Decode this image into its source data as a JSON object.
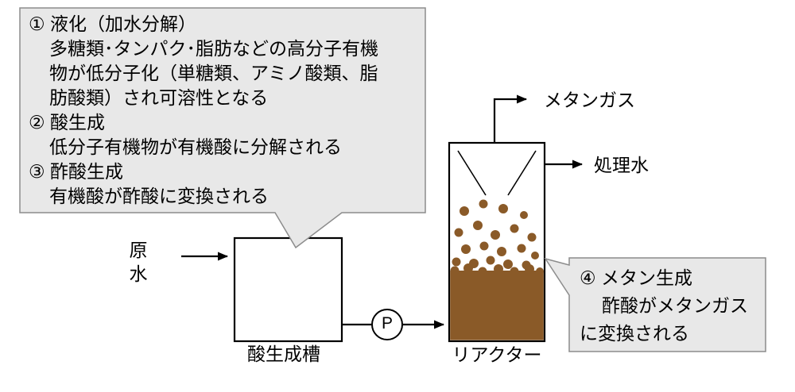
{
  "callout_process_steps": {
    "lines": [
      "① 液化（加水分解）",
      "多糖類･タンパク･脂肪などの高分子有機",
      "物が低分子化（単糖類、アミノ酸類、脂",
      "肪酸類）され可溶性となる",
      "② 酸生成",
      "低分子有機物が有機酸に分解される",
      "③ 酢酸生成",
      "有機酸が酢酸に変換される"
    ]
  },
  "callout_methane": {
    "lines": [
      "④ メタン生成",
      "酢酸がメタンガス",
      "に変換される"
    ]
  },
  "labels": {
    "raw_water": "原水",
    "acid_tank": "酸生成槽",
    "pump": "P",
    "reactor": "リアクター",
    "methane_gas": "メタンガス",
    "treated_water": "処理水"
  },
  "colors": {
    "callout_bg": "#e8e8e8",
    "callout_border": "#8c8c8c",
    "sludge_brown": "#8a5a28",
    "line_black": "#000000"
  }
}
